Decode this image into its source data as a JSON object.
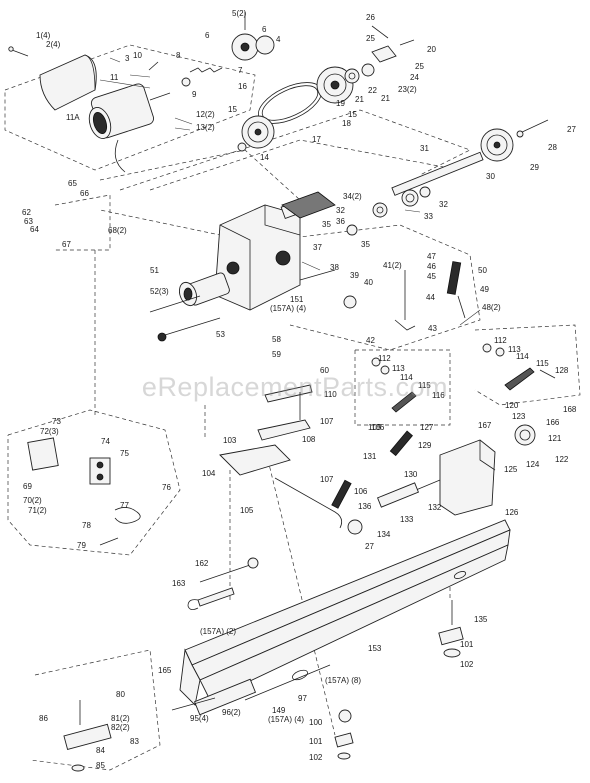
{
  "watermark": "eReplacementParts.com",
  "labels": [
    {
      "id": "1_4",
      "text": "1(4)"
    },
    {
      "id": "2_4",
      "text": "2(4)"
    },
    {
      "id": "3",
      "text": "3"
    },
    {
      "id": "4",
      "text": "4"
    },
    {
      "id": "5_2",
      "text": "5(2)"
    },
    {
      "id": "6a",
      "text": "6"
    },
    {
      "id": "6b",
      "text": "6"
    },
    {
      "id": "7",
      "text": "7"
    },
    {
      "id": "8",
      "text": "8"
    },
    {
      "id": "9",
      "text": "9"
    },
    {
      "id": "10",
      "text": "10"
    },
    {
      "id": "11",
      "text": "11"
    },
    {
      "id": "11a",
      "text": "11A"
    },
    {
      "id": "12_2",
      "text": "12(2)"
    },
    {
      "id": "13_2",
      "text": "13(2)"
    },
    {
      "id": "14",
      "text": "14"
    },
    {
      "id": "15a",
      "text": "15"
    },
    {
      "id": "15b",
      "text": "15"
    },
    {
      "id": "16",
      "text": "16"
    },
    {
      "id": "17",
      "text": "17"
    },
    {
      "id": "18",
      "text": "18"
    },
    {
      "id": "19",
      "text": "19"
    },
    {
      "id": "20",
      "text": "20"
    },
    {
      "id": "21a",
      "text": "21"
    },
    {
      "id": "21b",
      "text": "21"
    },
    {
      "id": "22",
      "text": "22"
    },
    {
      "id": "23_2",
      "text": "23(2)"
    },
    {
      "id": "24",
      "text": "24"
    },
    {
      "id": "25a",
      "text": "25"
    },
    {
      "id": "25b",
      "text": "25"
    },
    {
      "id": "26",
      "text": "26"
    },
    {
      "id": "27a",
      "text": "27"
    },
    {
      "id": "27b",
      "text": "27"
    },
    {
      "id": "28",
      "text": "28"
    },
    {
      "id": "29",
      "text": "29"
    },
    {
      "id": "30",
      "text": "30"
    },
    {
      "id": "31",
      "text": "31"
    },
    {
      "id": "32a",
      "text": "32"
    },
    {
      "id": "32b",
      "text": "32"
    },
    {
      "id": "33",
      "text": "33"
    },
    {
      "id": "34_2",
      "text": "34(2)"
    },
    {
      "id": "35a",
      "text": "35"
    },
    {
      "id": "35b",
      "text": "35"
    },
    {
      "id": "36",
      "text": "36"
    },
    {
      "id": "37",
      "text": "37"
    },
    {
      "id": "38",
      "text": "38"
    },
    {
      "id": "39",
      "text": "39"
    },
    {
      "id": "40",
      "text": "40"
    },
    {
      "id": "41_2",
      "text": "41(2)"
    },
    {
      "id": "42",
      "text": "42"
    },
    {
      "id": "43",
      "text": "43"
    },
    {
      "id": "44",
      "text": "44"
    },
    {
      "id": "45",
      "text": "45"
    },
    {
      "id": "46",
      "text": "46"
    },
    {
      "id": "47",
      "text": "47"
    },
    {
      "id": "48_2",
      "text": "48(2)"
    },
    {
      "id": "49",
      "text": "49"
    },
    {
      "id": "50",
      "text": "50"
    },
    {
      "id": "51",
      "text": "51"
    },
    {
      "id": "52_3",
      "text": "52(3)"
    },
    {
      "id": "53",
      "text": "53"
    },
    {
      "id": "58",
      "text": "58"
    },
    {
      "id": "59",
      "text": "59"
    },
    {
      "id": "60",
      "text": "60"
    },
    {
      "id": "62",
      "text": "62"
    },
    {
      "id": "63",
      "text": "63"
    },
    {
      "id": "64",
      "text": "64"
    },
    {
      "id": "65",
      "text": "65"
    },
    {
      "id": "66",
      "text": "66"
    },
    {
      "id": "67",
      "text": "67"
    },
    {
      "id": "68_2",
      "text": "68(2)"
    },
    {
      "id": "69",
      "text": "69"
    },
    {
      "id": "70_2",
      "text": "70(2)"
    },
    {
      "id": "71_2",
      "text": "71(2)"
    },
    {
      "id": "72_3",
      "text": "72(3)"
    },
    {
      "id": "73",
      "text": "73"
    },
    {
      "id": "74",
      "text": "74"
    },
    {
      "id": "75",
      "text": "75"
    },
    {
      "id": "76",
      "text": "76"
    },
    {
      "id": "77",
      "text": "77"
    },
    {
      "id": "78",
      "text": "78"
    },
    {
      "id": "79",
      "text": "79"
    },
    {
      "id": "80",
      "text": "80"
    },
    {
      "id": "81_2",
      "text": "81(2)"
    },
    {
      "id": "82_2",
      "text": "82(2)"
    },
    {
      "id": "83",
      "text": "83"
    },
    {
      "id": "84",
      "text": "84"
    },
    {
      "id": "85",
      "text": "85"
    },
    {
      "id": "86",
      "text": "86"
    },
    {
      "id": "95_4",
      "text": "95(4)"
    },
    {
      "id": "96_2",
      "text": "96(2)"
    },
    {
      "id": "97",
      "text": "97"
    },
    {
      "id": "100",
      "text": "100"
    },
    {
      "id": "101a",
      "text": "101"
    },
    {
      "id": "101b",
      "text": "101"
    },
    {
      "id": "102a",
      "text": "102"
    },
    {
      "id": "102b",
      "text": "102"
    },
    {
      "id": "103",
      "text": "103"
    },
    {
      "id": "104",
      "text": "104"
    },
    {
      "id": "105a",
      "text": "105"
    },
    {
      "id": "105b",
      "text": "105"
    },
    {
      "id": "106a",
      "text": "106"
    },
    {
      "id": "106b",
      "text": "106"
    },
    {
      "id": "107a",
      "text": "107"
    },
    {
      "id": "107b",
      "text": "107"
    },
    {
      "id": "108",
      "text": "108"
    },
    {
      "id": "110",
      "text": "110"
    },
    {
      "id": "112a",
      "text": "112"
    },
    {
      "id": "112b",
      "text": "112"
    },
    {
      "id": "113a",
      "text": "113"
    },
    {
      "id": "113b",
      "text": "113"
    },
    {
      "id": "114a",
      "text": "114"
    },
    {
      "id": "114b",
      "text": "114"
    },
    {
      "id": "115a",
      "text": "115"
    },
    {
      "id": "115b",
      "text": "115"
    },
    {
      "id": "116",
      "text": "116"
    },
    {
      "id": "120",
      "text": "120"
    },
    {
      "id": "121",
      "text": "121"
    },
    {
      "id": "122",
      "text": "122"
    },
    {
      "id": "123",
      "text": "123"
    },
    {
      "id": "124",
      "text": "124"
    },
    {
      "id": "125",
      "text": "125"
    },
    {
      "id": "126",
      "text": "126"
    },
    {
      "id": "127",
      "text": "127"
    },
    {
      "id": "128",
      "text": "128"
    },
    {
      "id": "129",
      "text": "129"
    },
    {
      "id": "130",
      "text": "130"
    },
    {
      "id": "131",
      "text": "131"
    },
    {
      "id": "132",
      "text": "132"
    },
    {
      "id": "133",
      "text": "133"
    },
    {
      "id": "134",
      "text": "134"
    },
    {
      "id": "135",
      "text": "135"
    },
    {
      "id": "136",
      "text": "136"
    },
    {
      "id": "149",
      "text": "149"
    },
    {
      "id": "151",
      "text": "151"
    },
    {
      "id": "153",
      "text": "153"
    },
    {
      "id": "157a_4a",
      "text": "(157A) (4)"
    },
    {
      "id": "157a_2",
      "text": "(157A) (2)"
    },
    {
      "id": "157a_8",
      "text": "(157A) (8)"
    },
    {
      "id": "157a_4b",
      "text": "(157A) (4)"
    },
    {
      "id": "162",
      "text": "162"
    },
    {
      "id": "163",
      "text": "163"
    },
    {
      "id": "165",
      "text": "165"
    },
    {
      "id": "166",
      "text": "166"
    },
    {
      "id": "167",
      "text": "167"
    },
    {
      "id": "168",
      "text": "168"
    }
  ]
}
